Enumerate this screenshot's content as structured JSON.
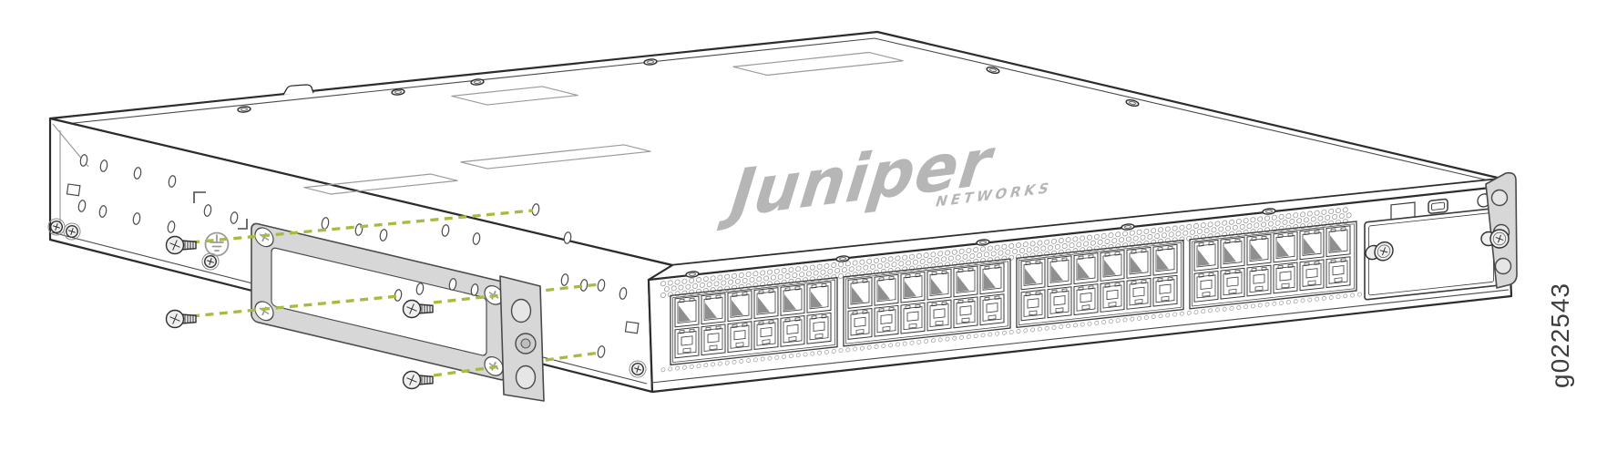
{
  "figure": {
    "label": "g022543"
  },
  "logo": {
    "brand": "Juniper",
    "tagline": "NETWORKS"
  },
  "ports": {
    "blocks": 4,
    "rows": 2,
    "columns": 6,
    "total": 48
  },
  "hardware": {
    "mounting_screws": 4,
    "thumbscrews": 3,
    "rack_ears": 2,
    "bracket_corner_holes": 4
  },
  "colors": {
    "outline": "#2e2c2b",
    "detail": "#4a4a4a",
    "light_detail": "#9b9b9b",
    "logo_gray": "#b6b6b6",
    "bracket_fill": "#d7d7d7",
    "leader_green": "#a2bd3f",
    "screw_fill": "#efefef",
    "jack_shadow": "#8f8f8f",
    "background": "#ffffff",
    "label_text": "#3d3d3d"
  },
  "parts": [
    "switch-chassis",
    "top-cover",
    "left-side-panel",
    "front-panel",
    "mid-mount-bracket",
    "bracket-flange",
    "flat-head-mounting-screws",
    "screw-alignment-leader-lines",
    "grounding-point",
    "rj45-port-blocks",
    "uplink-blank-cover",
    "front-rack-ear",
    "console-port",
    "figure-label"
  ]
}
